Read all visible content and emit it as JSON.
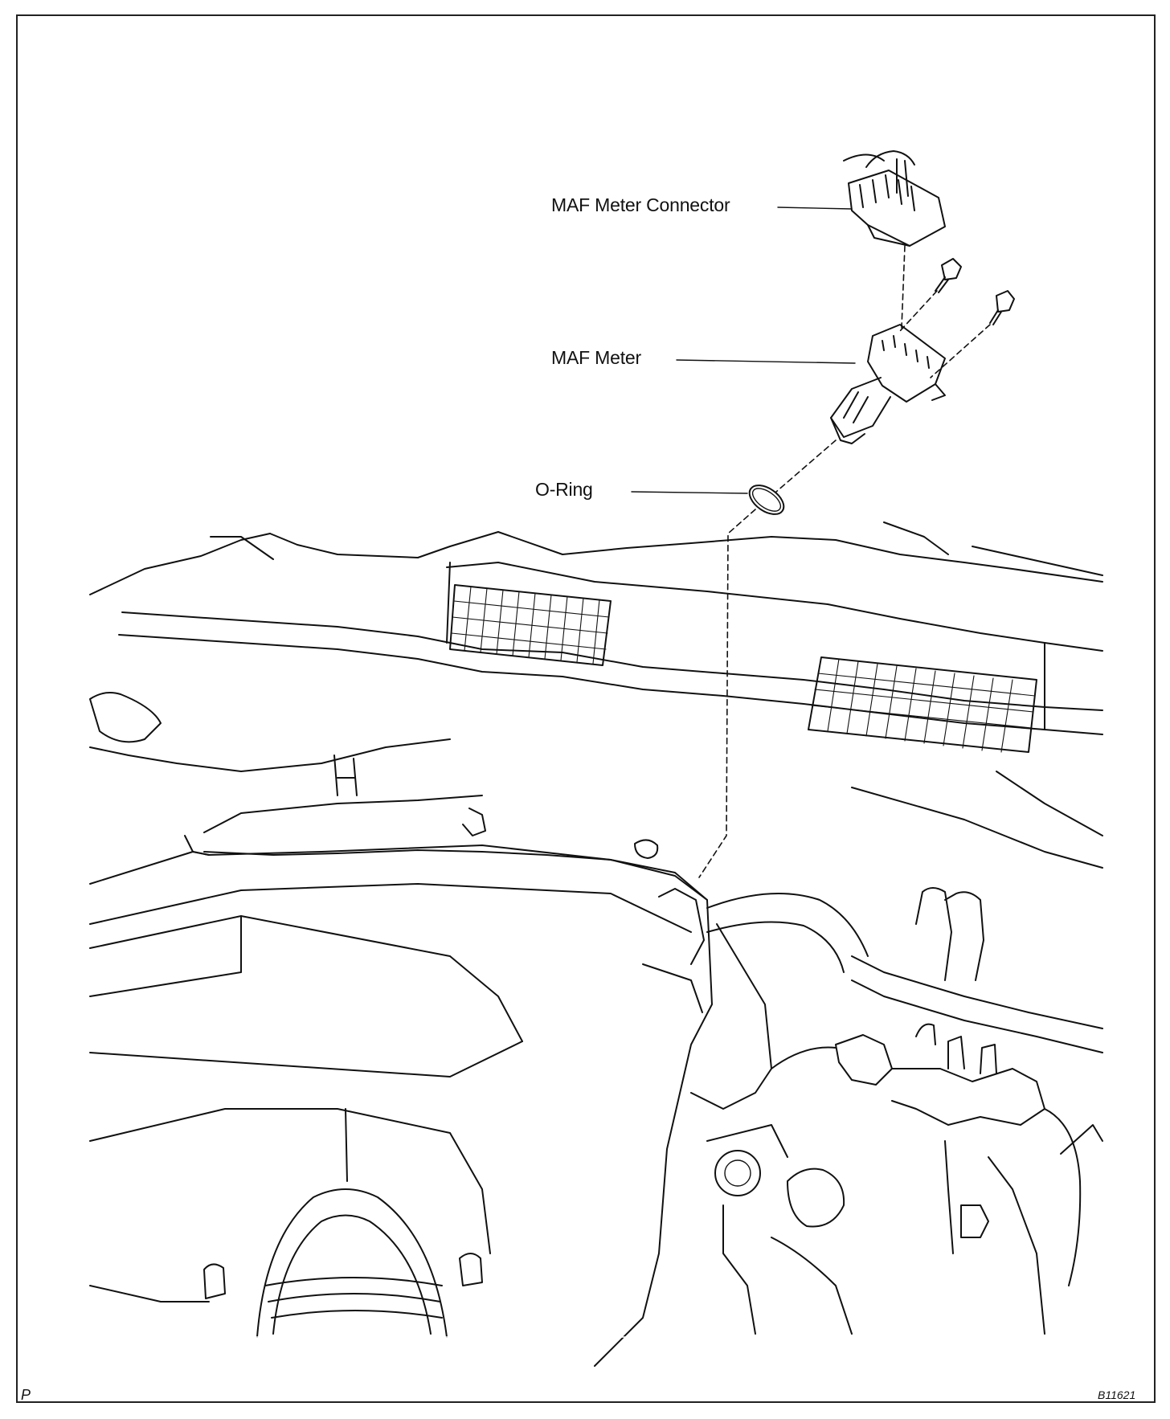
{
  "callouts": {
    "maf_meter_connector": "MAF Meter Connector",
    "maf_meter": "MAF Meter",
    "o_ring": "O-Ring"
  },
  "corner_marks": {
    "bottom_left": "P",
    "figure_code": "B11621"
  }
}
